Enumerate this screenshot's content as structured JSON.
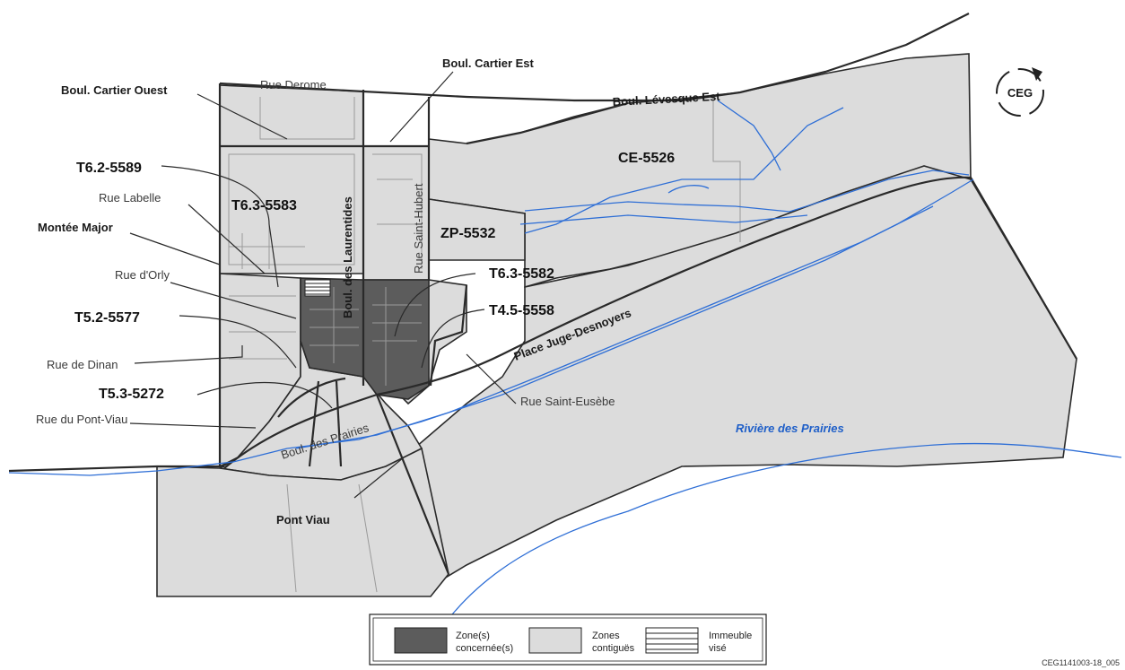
{
  "compass_label": "CEG",
  "streets": {
    "rue_derome": "Rue Derome",
    "boul_cartier_ouest": "Boul. Cartier Ouest",
    "boul_cartier_est": "Boul. Cartier Est",
    "boul_levesque_est": "Boul. Lévesque Est",
    "rue_labelle": "Rue Labelle",
    "montee_major": "Montée Major",
    "rue_dorly": "Rue d'Orly",
    "rue_de_dinan": "Rue de Dinan",
    "rue_du_pont_viau": "Rue du Pont-Viau",
    "boul_des_laurentides": "Boul. des Laurentides",
    "rue_saint_hubert": "Rue Saint-Hubert",
    "place_juge_desnoyers": "Place Juge-Desnoyers",
    "rue_saint_eusebe": "Rue Saint-Eusèbe",
    "boul_des_prairies": "Boul. des Prairies",
    "pont_viau": "Pont Viau"
  },
  "zones": {
    "t62_5589": "T6.2-5589",
    "t63_5583": "T6.3-5583",
    "ce_5526": "CE-5526",
    "zp_5532": "ZP-5532",
    "t63_5582": "T6.3-5582",
    "t45_5558": "T4.5-5558",
    "t52_5577": "T5.2-5577",
    "t53_5272": "T5.3-5272"
  },
  "river_label": "Rivière des Prairies",
  "legend": {
    "concerned_line1": "Zone(s)",
    "concerned_line2": "concernée(s)",
    "contiguous_line1": "Zones",
    "contiguous_line2": "contiguës",
    "building_line1": "Immeuble",
    "building_line2": "visé",
    "colors": {
      "concerned": "#5c5c5c",
      "contiguous": "#dcdcdc"
    }
  },
  "figure_id": "CEG1141003-18_005"
}
